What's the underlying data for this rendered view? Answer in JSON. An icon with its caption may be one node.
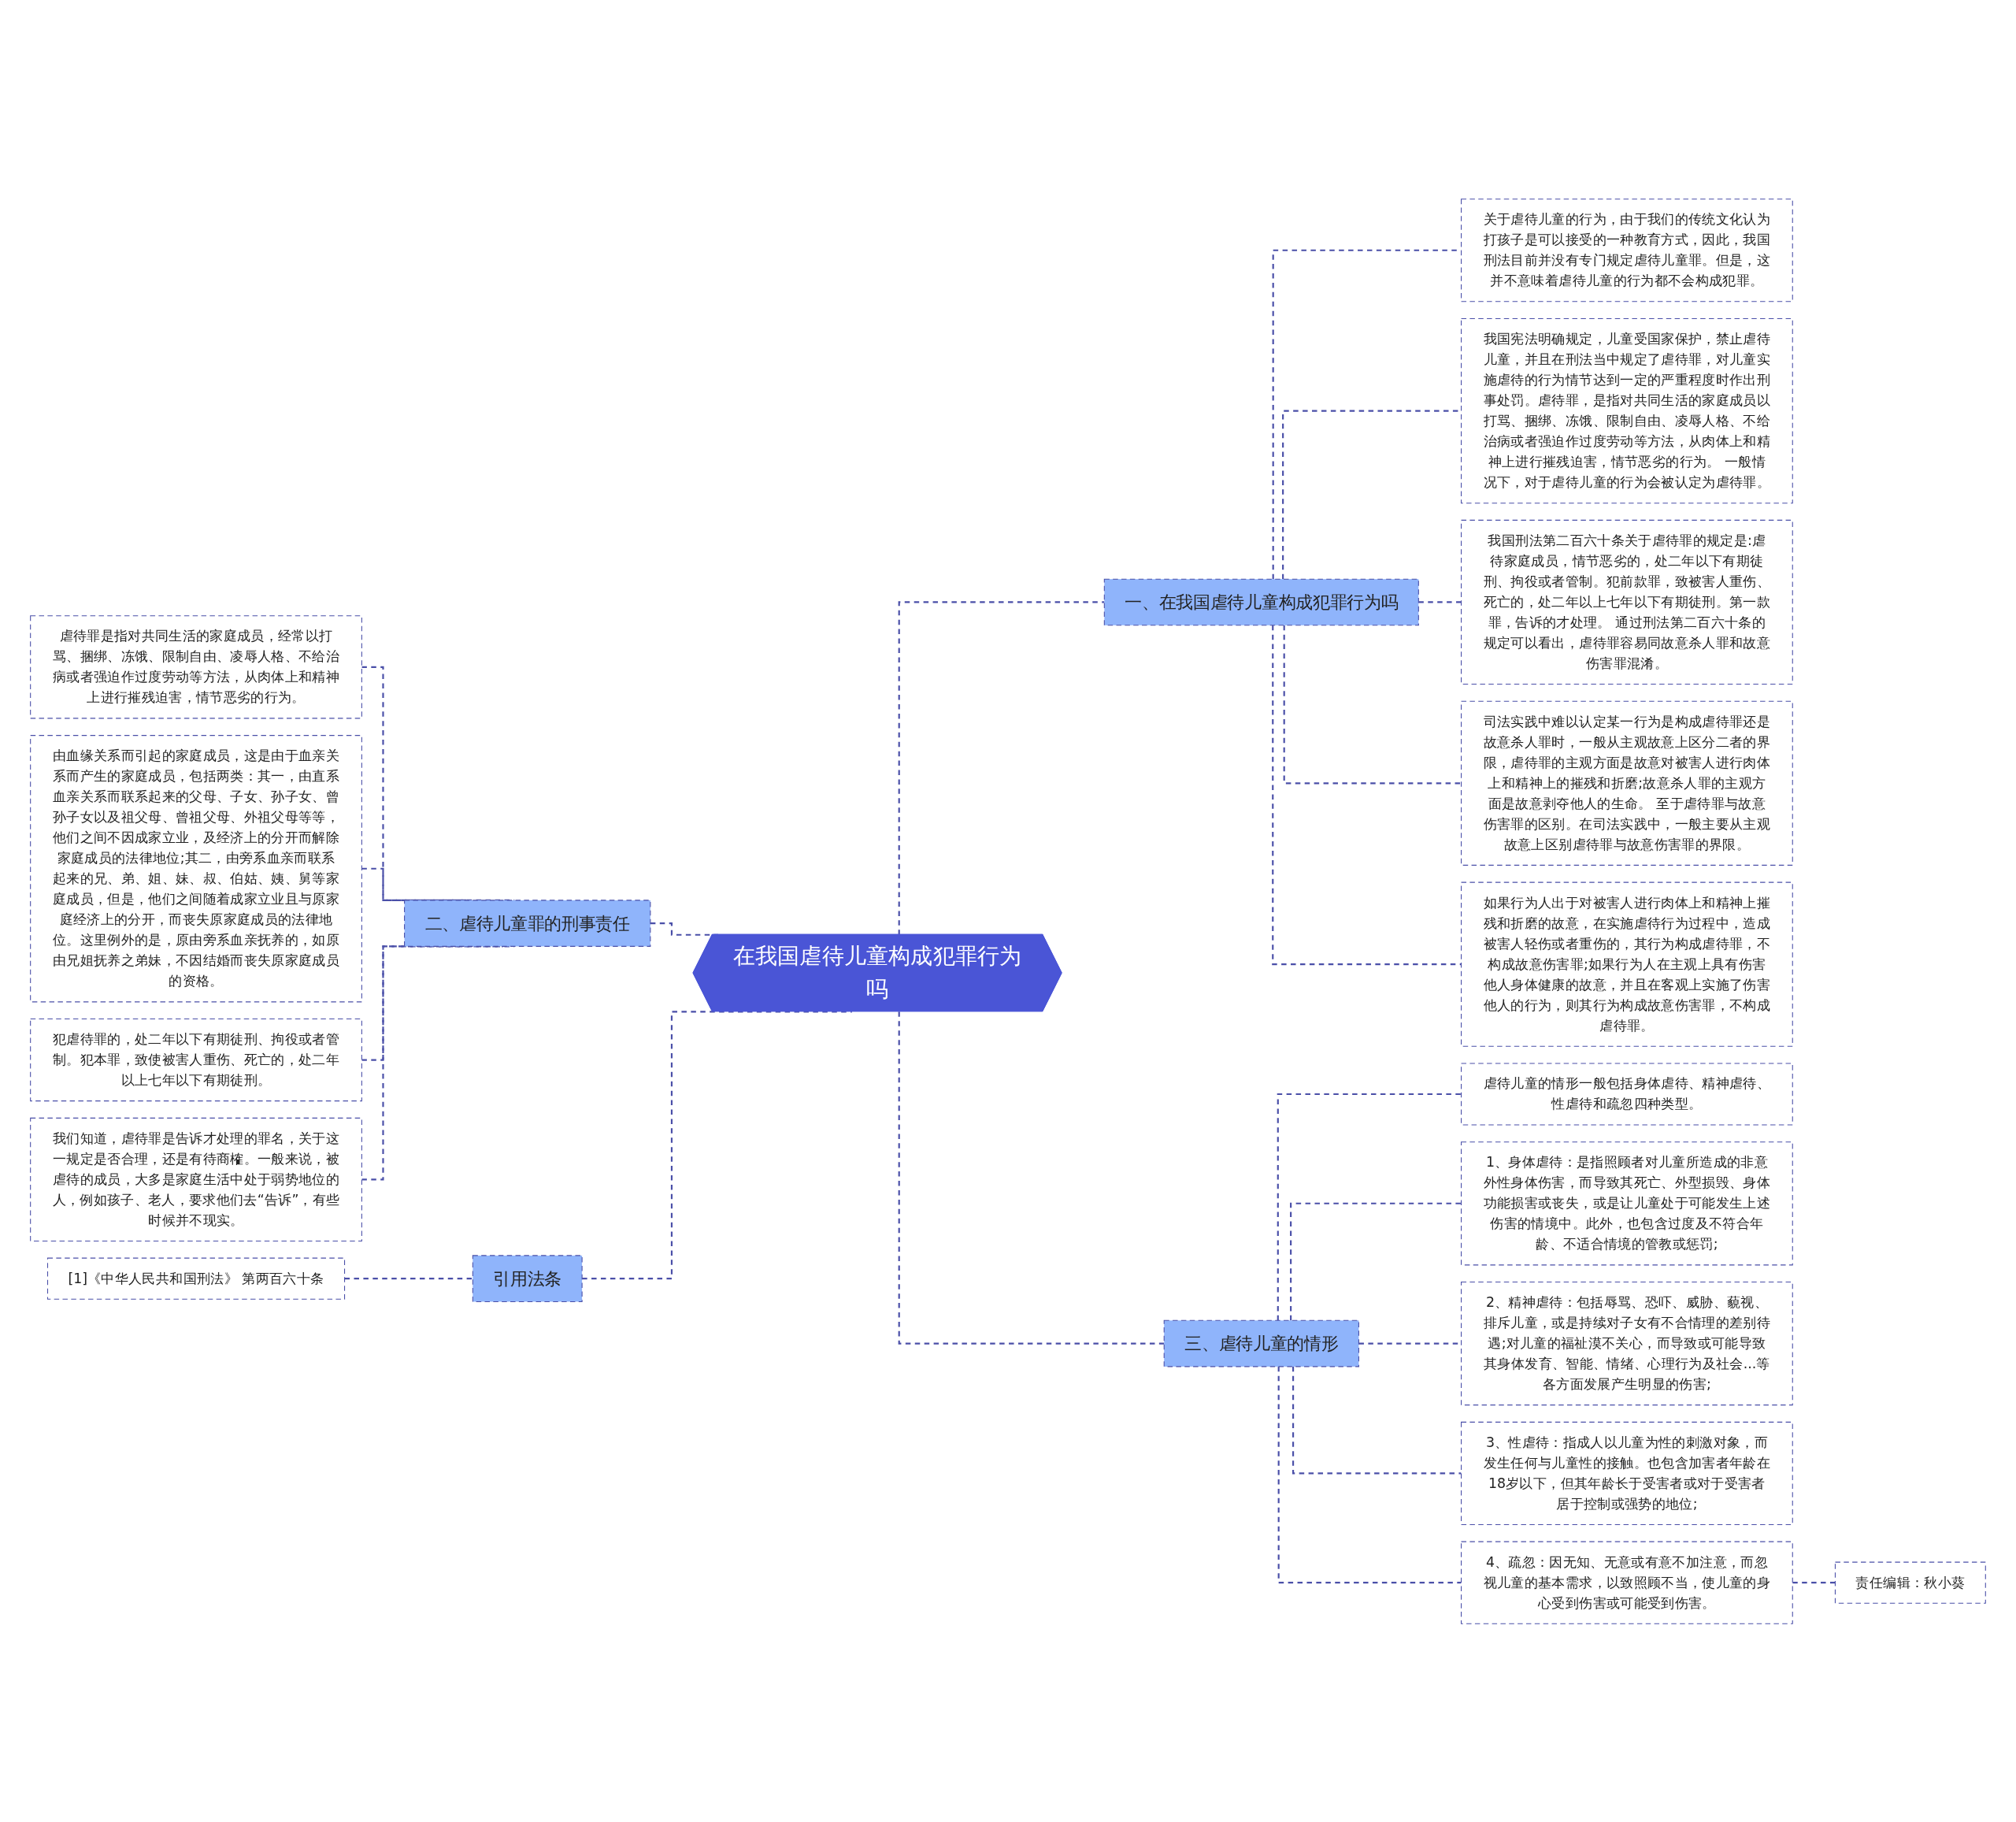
{
  "diagram": {
    "nodes": [
      {
        "text": [
          "在我国虐待儿童构成犯罪行为吗"
        ]
      },
      {
        "text": [
          "一、在我国虐待儿童构成犯罪行为吗"
        ]
      },
      {
        "text": [
          "关于虐待儿童的行为，由于我们的传统文化认为打孩子是可以接受的一种教育方式，因此，我国刑法目前并没有专门规定虐待儿童罪。但是，这并不意味着虐待儿童的行为都不会构成犯罪。"
        ]
      },
      {
        "text": [
          "我国宪法明确规定，儿童受国家保护，禁止虐待儿童，并且在刑法当中规定了虐待罪，对儿童实施虐待的行为情节达到一定的严重程度时作出刑事处罚。虐待罪，是指对共同生活的家庭成员以打骂、捆绑、冻饿、限制自由、凌辱人格、不给治病或者强迫作过度劳动等方法，从肉体上和精神上进行摧残迫害，情节恶劣的行为。 一般情况下，对于虐待儿童的行为会被认定为虐待罪。"
        ]
      },
      {
        "text": [
          "我国刑法第二百六十条关于虐待罪的规定是:虐待家庭成员，情节恶劣的，处二年以下有期徒刑、拘役或者管制。犯前款罪，致被害人重伤、死亡的，处二年以上七年以下有期徒刑。第一款罪，告诉的才处理。 通过刑法第二百六十条的规定可以看出，虐待罪容易同故意杀人罪和故意伤害罪混淆。"
        ]
      },
      {
        "text": [
          "司法实践中难以认定某一行为是构成虐待罪还是故意杀人罪时，一般从主观故意上区分二者的界限，虐待罪的主观方面是故意对被害人进行肉体上和精神上的摧残和折磨;故意杀人罪的主观方面是故意剥夺他人的生命。 至于虐待罪与故意伤害罪的区别。在司法实践中，一般主要从主观故意上区别虐待罪与故意伤害罪的界限。"
        ]
      },
      {
        "text": [
          "如果行为人出于对被害人进行肉体上和精神上摧残和折磨的故意，在实施虐待行为过程中，造成被害人轻伤或者重伤的，其行为构成虐待罪，不构成故意伤害罪;如果行为人在主观上具有伤害他人身体健康的故意，并且在客观上实施了伤害他人的行为，则其行为构成故意伤害罪，不构成虐待罪。"
        ]
      },
      {
        "text": [
          "三、虐待儿童的情形"
        ]
      },
      {
        "text": [
          "虐待儿童的情形一般包括身体虐待、精神虐待、性虐待和疏忽四种类型。"
        ]
      },
      {
        "text": [
          "1、身体虐待：是指照顾者对儿童所造成的非意外性身体伤害，而导致其死亡、外型损毁、身体功能损害或丧失，或是让儿童处于可能发生上述伤害的情境中。此外，也包含过度及不符合年龄、不适合情境的管教或惩罚;"
        ]
      },
      {
        "text": [
          "2、精神虐待：包括辱骂、恐吓、威胁、藐视、排斥儿童，或是持续对子女有不合情理的差别待遇;对儿童的福祉漠不关心，而导致或可能导致其身体发育、智能、情绪、心理行为及社会...等各方面发展产生明显的伤害;"
        ]
      },
      {
        "text": [
          "3、性虐待：指成人以儿童为性的刺激对象，而发生任何与儿童性的接触。也包含加害者年龄在18岁以下，但其年龄长于受害者或对于受害者居于控制或强势的地位;"
        ]
      },
      {
        "text": [
          "4、疏忽：因无知、无意或有意不加注意，而忽视儿童的基本需求，以致照顾不当，使儿童的身心受到伤害或可能受到伤害。"
        ]
      },
      {
        "text": [
          "责任编辑：秋小葵"
        ]
      },
      {
        "text": [
          "二、虐待儿童罪的刑事责任"
        ]
      },
      {
        "text": [
          "虐待罪是指对共同生活的家庭成员，经常以打骂、捆绑、冻饿、限制自由、凌辱人格、不给治病或者强迫作过度劳动等方法，从肉体上和精神上进行摧残迫害，情节恶劣的行为。"
        ]
      },
      {
        "text": [
          "由血缘关系而引起的家庭成员，这是由于血亲关系而产生的家庭成员，包括两类：其一，由直系血亲关系而联系起来的父母、子女、孙子女、曾孙子女以及祖父母、曾祖父母、外祖父母等等，他们之间不因成家立业，及经济上的分开而解除家庭成员的法律地位;其二，由旁系血亲而联系起来的兄、弟、姐、妹、叔、伯姑、姨、舅等家庭成员，但是，他们之间随着成家立业且与原家庭经济上的分开，而丧失原家庭成员的法律地位。这里例外的是，原由旁系血亲抚养的，如原由兄姐抚养之弟妹，不因结婚而丧失原家庭成员的资格。"
        ]
      },
      {
        "text": [
          "犯虐待罪的，处二年以下有期徒刑、拘役或者管制。犯本罪，致使被害人重伤、死亡的，处二年以上七年以下有期徒刑。"
        ]
      },
      {
        "text": [
          "我们知道，虐待罪是告诉才处理的罪名，关于这一规定是否合理，还是有待商榷。一般来说，被虐待的成员，大多是家庭生活中处于弱势地位的人，例如孩子、老人，要求他们去“告诉”，有些时候并不现实。"
        ]
      },
      {
        "text": [
          "引用法条"
        ]
      },
      {
        "text": [
          "[1]《中华人民共和国刑法》 第两百六十条"
        ]
      }
    ],
    "edges": [
      {
        "from": 0,
        "to": 1,
        "arrow": "none",
        "style": "dashed"
      },
      {
        "from": 1,
        "to": 2,
        "arrow": "none",
        "style": "dashed"
      },
      {
        "from": 1,
        "to": 3,
        "arrow": "none",
        "style": "dashed"
      },
      {
        "from": 1,
        "to": 4,
        "arrow": "none",
        "style": "dashed"
      },
      {
        "from": 1,
        "to": 5,
        "arrow": "none",
        "style": "dashed"
      },
      {
        "from": 1,
        "to": 6,
        "arrow": "none",
        "style": "dashed"
      },
      {
        "from": 0,
        "to": 7,
        "arrow": "none",
        "style": "dashed"
      },
      {
        "from": 7,
        "to": 8,
        "arrow": "none",
        "style": "dashed"
      },
      {
        "from": 7,
        "to": 9,
        "arrow": "none",
        "style": "dashed"
      },
      {
        "from": 7,
        "to": 10,
        "arrow": "none",
        "style": "dashed"
      },
      {
        "from": 7,
        "to": 11,
        "arrow": "none",
        "style": "dashed"
      },
      {
        "from": 7,
        "to": 12,
        "arrow": "none",
        "style": "dashed"
      },
      {
        "from": 12,
        "to": 13,
        "arrow": "none",
        "style": "dashed"
      },
      {
        "from": 0,
        "to": 14,
        "arrow": "none",
        "style": "dashed"
      },
      {
        "from": 14,
        "to": 15,
        "arrow": "none",
        "style": "dashed"
      },
      {
        "from": 14,
        "to": 16,
        "arrow": "none",
        "style": "dashed"
      },
      {
        "from": 14,
        "to": 17,
        "arrow": "none",
        "style": "dashed"
      },
      {
        "from": 14,
        "to": 18,
        "arrow": "none",
        "style": "dashed"
      },
      {
        "from": 0,
        "to": 19,
        "arrow": "none",
        "style": "dashed"
      },
      {
        "from": 19,
        "to": 20,
        "arrow": "none",
        "style": "dashed"
      }
    ]
  }
}
